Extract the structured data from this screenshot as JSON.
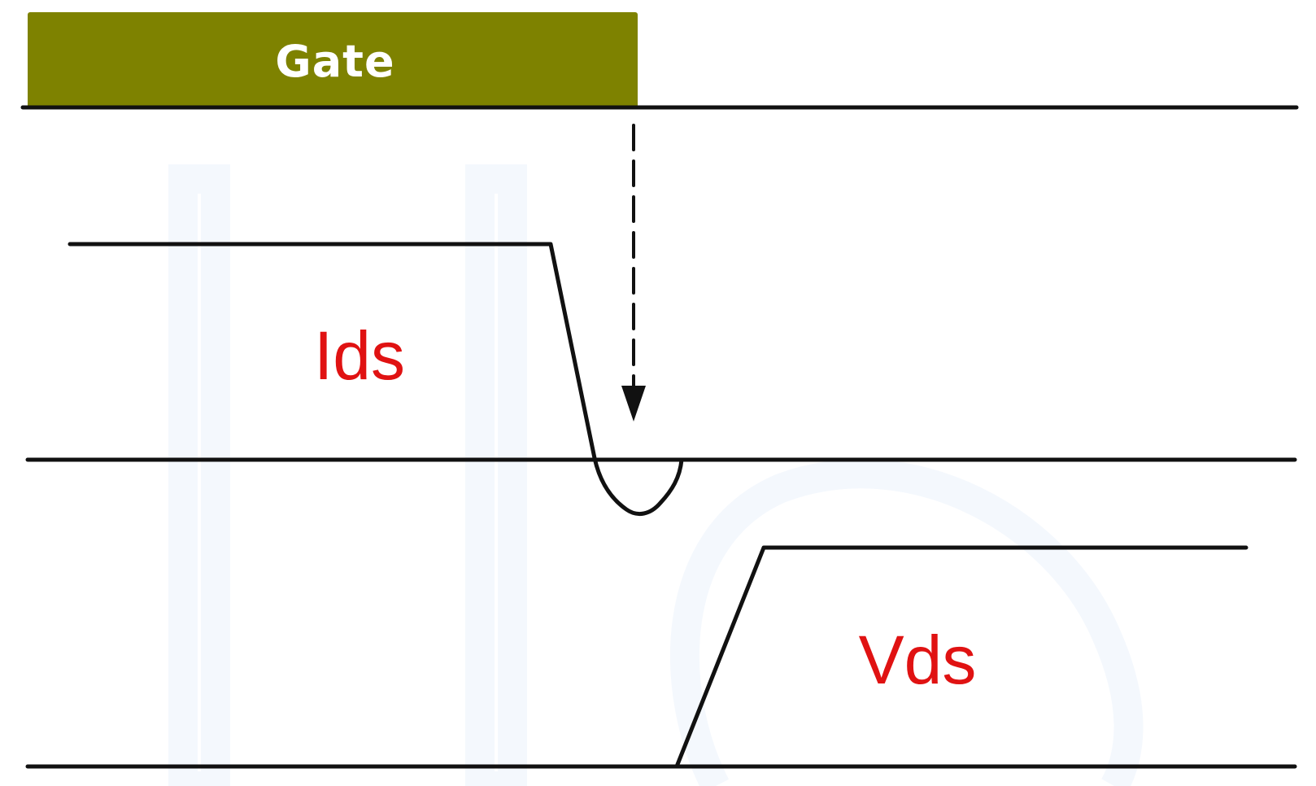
{
  "labels": {
    "gate": "Gate",
    "ids": "Ids",
    "vds": "Vds"
  },
  "colors": {
    "gate_fill": "#7e8200",
    "gate_text": "#ffffff",
    "line": "#111111",
    "signal_label": "#e01212",
    "watermark": "#4a90d9"
  },
  "icons": {
    "arrow": "dashed-down-arrow-icon"
  }
}
